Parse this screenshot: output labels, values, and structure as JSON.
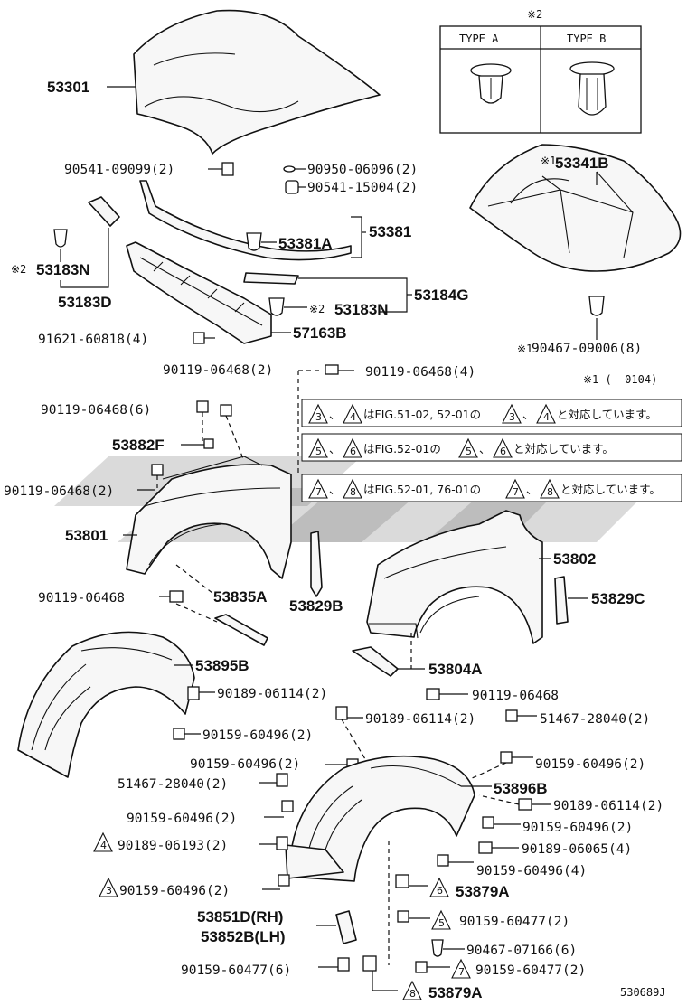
{
  "type_box": {
    "marker": "※2",
    "type_a": "TYPE A",
    "type_b": "TYPE B"
  },
  "notes": {
    "ref1": "※1 ( -0104)",
    "row1": {
      "a": "3",
      "b": "4",
      "text_pre": "、",
      "text_mid": "はFIG.51-02, 52-01の",
      "text_post": "と対応しています。"
    },
    "row2": {
      "a": "5",
      "b": "6",
      "text_pre": "、",
      "text_mid": "はFIG.52-01の",
      "text_post": "と対応しています。"
    },
    "row3": {
      "a": "7",
      "b": "8",
      "text_pre": "、",
      "text_mid": "はFIG.52-01, 76-01の",
      "text_post": "と対応しています。"
    }
  },
  "parts": {
    "p53301": "53301",
    "p90541_09099": "90541-09099(2)",
    "p90950_06096": "90950-06096(2)",
    "p90541_15004": "90541-15004(2)",
    "p53341B": "53341B",
    "p53341B_mark": "※1",
    "p53381": "53381",
    "p53381A": "53381A",
    "p53183N_left_mark": "※2",
    "p53183N_left": "53183N",
    "p53183D": "53183D",
    "p53184G": "53184G",
    "p53183N_mid_mark": "※2",
    "p53183N_mid": "53183N",
    "p91621": "91621-60818(4)",
    "p57163B": "57163B",
    "p90467_09006_mark": "※1",
    "p90467_09006": "90467-09006(8)",
    "p90119_2": "90119-06468(2)",
    "p90119_4": "90119-06468(4)",
    "p90119_6": "90119-06468(6)",
    "p53882F": "53882F",
    "p90119_2b": "90119-06468(2)",
    "p53801": "53801",
    "p53829B": "53829B",
    "p53802": "53802",
    "p53829C": "53829C",
    "p90119_single": "90119-06468",
    "p53835A": "53835A",
    "p53895B": "53895B",
    "p53804A": "53804A",
    "p90189_06114_a": "90189-06114(2)",
    "p90119_single_b": "90119-06468",
    "p90159_60496_a": "90159-60496(2)",
    "p90189_06114_b": "90189-06114(2)",
    "p51467_a": "51467-28040(2)",
    "p90159_60496_b": "90159-60496(2)",
    "p90159_60496_c": "90159-60496(2)",
    "p51467_b": "51467-28040(2)",
    "p53896B": "53896B",
    "p90189_06114_c": "90189-06114(2)",
    "p90159_60496_d": "90159-60496(2)",
    "p90159_60496_e": "90159-60496(2)",
    "p90189_06193_tri": "4",
    "p90189_06193": "90189-06193(2)",
    "p90189_06065": "90189-06065(4)",
    "p90159_60496_f": "90159-60496(4)",
    "p90159_60496_g_tri": "3",
    "p90159_60496_g": "90159-60496(2)",
    "p53879A_a_tri": "6",
    "p53879A_a": "53879A",
    "p53851D": "53851D(RH)",
    "p53852B": "53852B(LH)",
    "p90159_60477_a_tri": "5",
    "p90159_60477_a": "90159-60477(2)",
    "p90467_07166": "90467-07166(6)",
    "p90159_60477_b": "90159-60477(6)",
    "p90159_60477_c_tri": "7",
    "p90159_60477_c": "90159-60477(2)",
    "p53879A_b_tri": "8",
    "p53879A_b": "53879A"
  },
  "footer": {
    "code": "530689J"
  }
}
